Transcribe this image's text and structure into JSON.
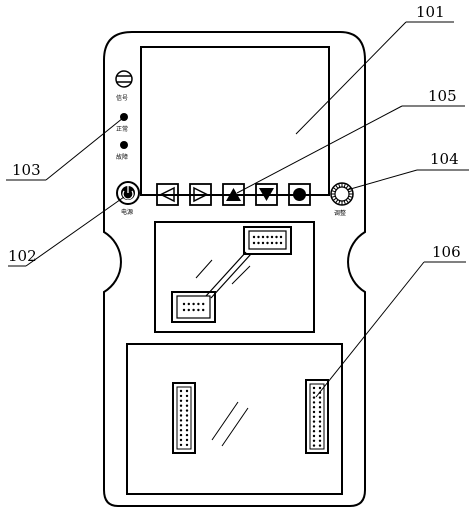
{
  "labels": {
    "screen": "101",
    "power_button": "102",
    "indicator_lights": "103",
    "adjust_knob": "104",
    "arrow_buttons": "105",
    "connector_port": "106"
  },
  "device_text": {
    "indicator_top": "信号",
    "indicator_normal": "正常",
    "indicator_fault": "故障",
    "power_caption": "电源",
    "knob_caption": "调整"
  },
  "buttons": [
    "left-arrow",
    "right-arrow",
    "up-triangle",
    "down-triangle",
    "record-circle"
  ]
}
